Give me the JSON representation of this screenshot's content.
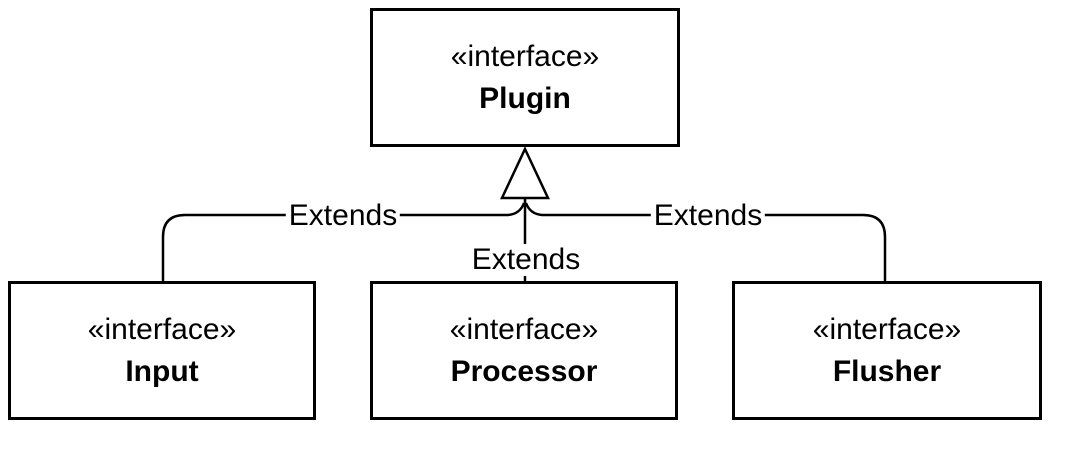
{
  "diagram": {
    "type": "uml-class-diagram",
    "nodes": {
      "plugin": {
        "stereotype": "«interface»",
        "name": "Plugin"
      },
      "input": {
        "stereotype": "«interface»",
        "name": "Input"
      },
      "processor": {
        "stereotype": "«interface»",
        "name": "Processor"
      },
      "flusher": {
        "stereotype": "«interface»",
        "name": "Flusher"
      }
    },
    "edges": [
      {
        "from": "Input",
        "to": "Plugin",
        "label": "Extends",
        "kind": "generalization"
      },
      {
        "from": "Processor",
        "to": "Plugin",
        "label": "Extends",
        "kind": "generalization"
      },
      {
        "from": "Flusher",
        "to": "Plugin",
        "label": "Extends",
        "kind": "generalization"
      }
    ],
    "colors": {
      "line": "#000000",
      "background": "#ffffff",
      "box_fill": "#ffffff",
      "text": "#000000"
    }
  }
}
